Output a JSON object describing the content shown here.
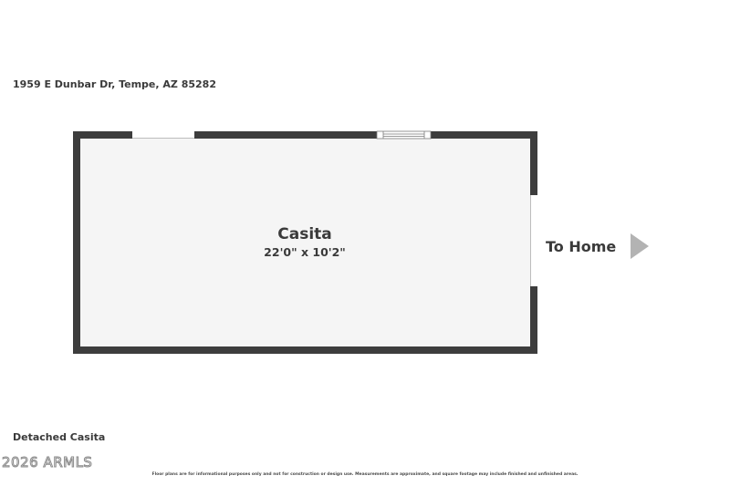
{
  "header": {
    "address": "1959 E Dunbar Dr, Tempe, AZ 85282"
  },
  "room": {
    "name": "Casita",
    "dimensions": "22'0\" x 10'2\""
  },
  "direction": {
    "label": "To Home",
    "icon": "triangle-right-arrow-icon"
  },
  "footer": {
    "caption": "Detached Casita",
    "watermark": "2026 ARMLS",
    "disclaimer": "Floor plans are for informational purposes only and not for construction or design use. Measurements are approximate, and square footage may include finished and unfinished areas."
  },
  "colors": {
    "wall": "#3d3d3d",
    "floor": "#f5f5f5",
    "text": "#3a3a3a",
    "arrow": "#b3b3b3"
  }
}
